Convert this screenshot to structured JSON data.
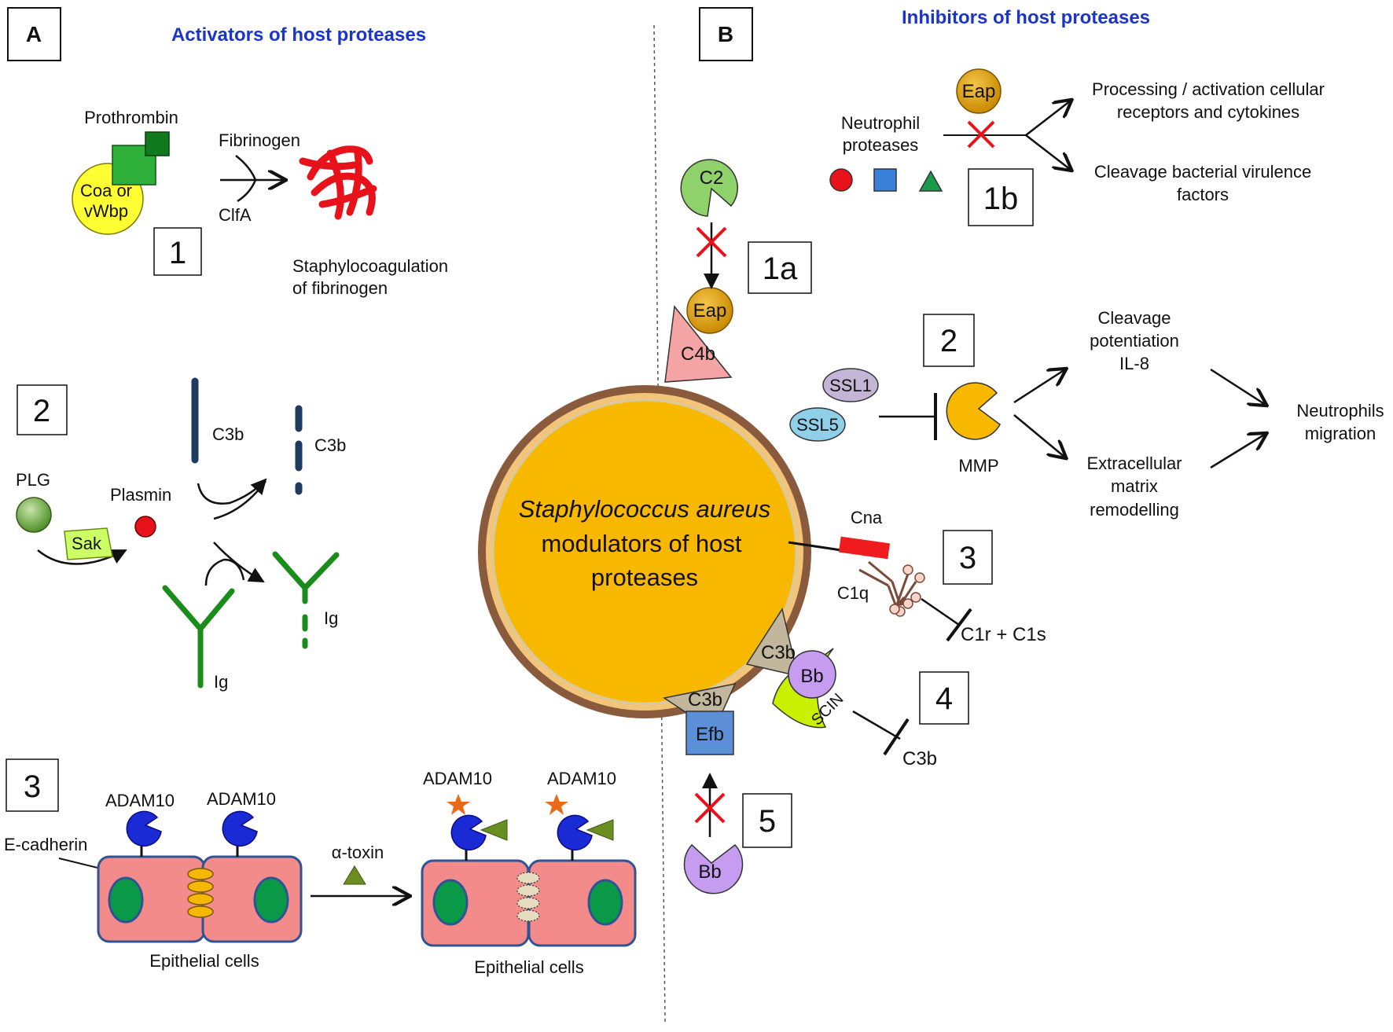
{
  "panelA": {
    "letter": "A",
    "header": "Activators of host proteases",
    "sub1": {
      "num": "1",
      "prothrombin": "Prothrombin",
      "coa1": "Coa or",
      "coa2": "vWbp",
      "fibrinogen": "Fibrinogen",
      "clfa": "ClfA",
      "result1": "Staphylocoagulation",
      "result2": "of fibrinogen"
    },
    "sub2": {
      "num": "2",
      "c3b_whole": "C3b",
      "c3b_cleaved": "C3b",
      "plg": "PLG",
      "plasmin": "Plasmin",
      "sak": "Sak",
      "ig_whole": "Ig",
      "ig_cleaved": "Ig"
    },
    "sub3": {
      "num": "3",
      "adam_left1": "ADAM10",
      "adam_left2": "ADAM10",
      "ecadherin": "E-cadherin",
      "toxin": "α-toxin",
      "adam_right1": "ADAM10",
      "adam_right2": "ADAM10",
      "cells_left": "Epithelial cells",
      "cells_right": "Epithelial cells"
    }
  },
  "panelB": {
    "letter": "B",
    "header": "Inhibitors of host proteases",
    "center": {
      "line1": "Staphylococcus aureus",
      "line2": "modulators of host",
      "line3": "proteases"
    },
    "sub1a": {
      "num": "1a",
      "c2": "C2",
      "eap": "Eap",
      "c4b": "C4b"
    },
    "sub1b": {
      "num": "1b",
      "eap": "Eap",
      "np1": "Neutrophil",
      "np2": "proteases",
      "out1a": "Processing / activation cellular",
      "out1b": "receptors and cytokines",
      "out2a": "Cleavage bacterial virulence",
      "out2b": "factors"
    },
    "sub2": {
      "num": "2",
      "ssl1": "SSL1",
      "ssl5": "SSL5",
      "mmp": "MMP",
      "up1": "Cleavage",
      "up2": "potentiation",
      "up3": "IL-8",
      "dn1": "Extracellular",
      "dn2": "matrix",
      "dn3": "remodelling",
      "end1": "Neutrophils",
      "end2": "migration"
    },
    "sub3": {
      "num": "3",
      "cna": "Cna",
      "c1q": "C1q",
      "target": "C1r + C1s"
    },
    "sub4": {
      "num": "4",
      "c3b": "C3b",
      "bb": "Bb",
      "scin": "SCIN",
      "target": "C3b"
    },
    "sub5": {
      "num": "5",
      "c3b": "C3b",
      "efb": "Efb",
      "bb": "Bb"
    }
  },
  "colors": {
    "header_blue": "#1a35c8",
    "bacterium_fill": "#f9b800",
    "bacterium_rim": "#8a5a3c",
    "coa_yellow": "#ffff33",
    "prothrombin_green": "#22aa33",
    "fibrin_red": "#e8121b",
    "c3b_navy": "#1f3a5f",
    "ig_green": "#1a8c1a",
    "cell_pink": "#f38b8b",
    "cell_border": "#2f5496",
    "nucleus_green": "#0a9a47",
    "adam_blue": "#1a2bd6",
    "eap_orange": "#e6a100",
    "c2_green": "#8fd16b",
    "c4b_pink": "#f4a4a4",
    "ssl1_lilac": "#c4b5d6",
    "ssl5_blue": "#8fd0e8",
    "mmp_yellow": "#f9b800",
    "cna_red": "#ee1c1c",
    "c3b_tan": "#c2b79c",
    "bb_purple": "#c69cf0",
    "scin_lime": "#c8f000",
    "efb_blue": "#5b8fd8",
    "sak_lime": "#ccff66"
  }
}
